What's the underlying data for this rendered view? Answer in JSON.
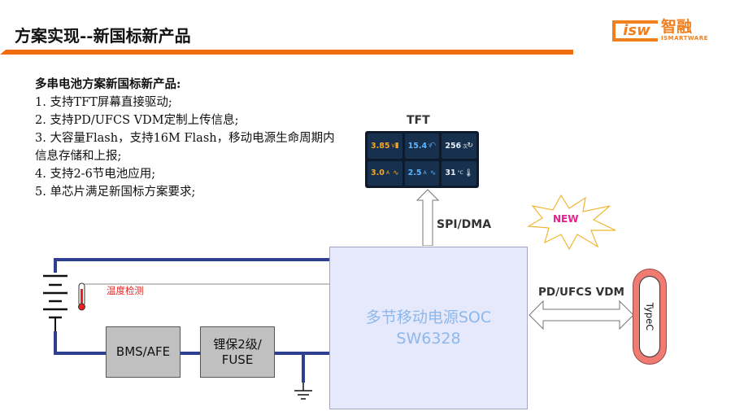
{
  "header": {
    "title": "方案实现--新国标新产品"
  },
  "logo": {
    "mark": "isw",
    "cn": "智融",
    "en": "ISMARTWARE"
  },
  "features": {
    "heading": "多串电池方案新国标新产品:",
    "items": [
      "1.   支持TFT屏幕直接驱动;",
      "2.   支持PD/UFCS VDM定制上传信息;",
      "3.   大容量Flash，支持16M Flash，移动电源生命周期内信息存储和上报;",
      "4.   支持2-6节电池应用;",
      "5.   单芯片满足新国标方案要求;"
    ]
  },
  "tft": {
    "label": "TFT",
    "tiles": [
      {
        "value": "3.85",
        "unit": "V",
        "color": "#f5a623",
        "glyph": "▮"
      },
      {
        "value": "15.4",
        "unit": "V",
        "color": "#5fb4ff",
        "glyph": "◠"
      },
      {
        "value": "256",
        "unit": "次",
        "color": "#e8eef6",
        "glyph": "↻"
      },
      {
        "value": "3.0",
        "unit": "A",
        "color": "#f5a623",
        "glyph": "∿"
      },
      {
        "value": "2.5",
        "unit": "A",
        "color": "#5fb4ff",
        "glyph": "∿"
      },
      {
        "value": "31",
        "unit": "°C",
        "color": "#e8eef6",
        "glyph": "🌡"
      }
    ]
  },
  "links": {
    "spi": "SPI/DMA",
    "pd": "PD/UFCS VDM"
  },
  "soc": {
    "line1": "多节移动电源SOC",
    "line2": "SW6328"
  },
  "badge": {
    "text": "NEW"
  },
  "port": {
    "label": "TypeC"
  },
  "blocks": {
    "bms": "BMS/AFE",
    "fuse_l1": "锂保2级/",
    "fuse_l2": "FUSE"
  },
  "sensor": {
    "label": "温度检测"
  },
  "colors": {
    "accent": "#f26b0f",
    "bus": "#2e3f8f",
    "soc_fill": "#e6e9fb",
    "soc_text": "#8db8ec",
    "typec": "#f07b73",
    "new_text": "#e8208c",
    "new_outline": "#f2b632"
  }
}
